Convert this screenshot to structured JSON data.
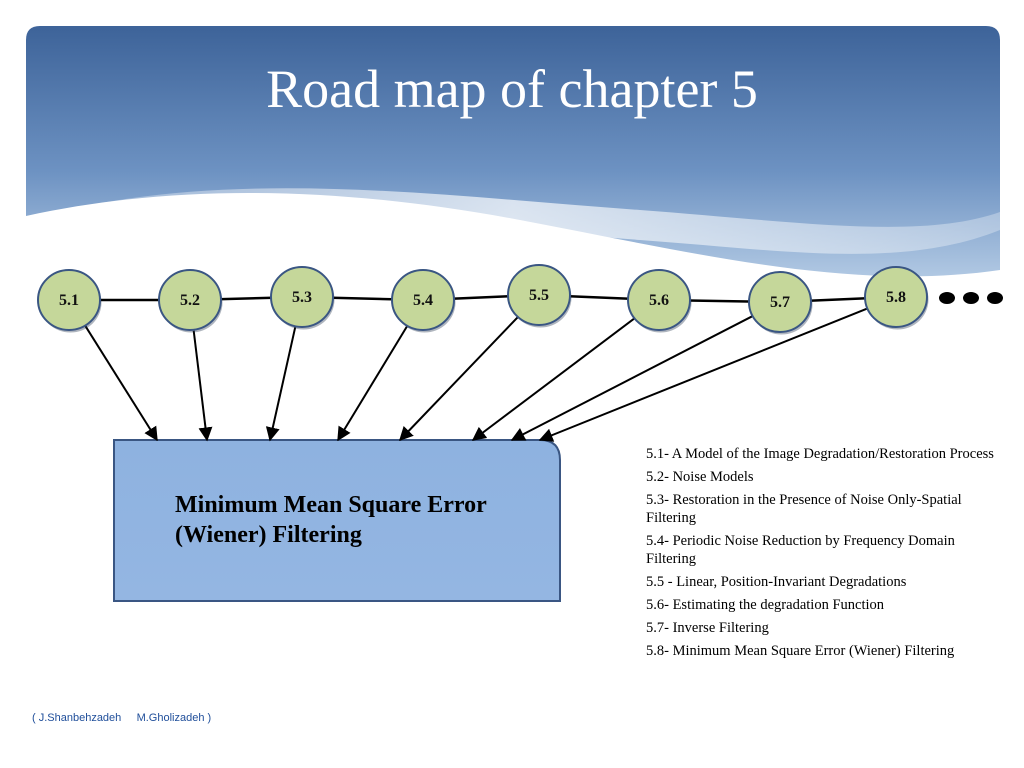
{
  "slide": {
    "title": "Road map of chapter 5",
    "colors": {
      "header_top": "#3d6399",
      "header_bottom": "#b9cfe7",
      "node_fill": "#c5d79a",
      "node_stroke": "#3a5683",
      "box_fill": "#8eb2e0",
      "box_stroke": "#3a5683",
      "footer_text": "#1f4e9a"
    }
  },
  "diagram": {
    "nodes": [
      {
        "label": "5.1"
      },
      {
        "label": "5.2"
      },
      {
        "label": "5.3"
      },
      {
        "label": "5.4"
      },
      {
        "label": "5.5"
      },
      {
        "label": "5.6"
      },
      {
        "label": "5.7"
      },
      {
        "label": "5.8"
      }
    ],
    "continuation": "ellipsis-dots",
    "target_label": "Minimum Mean Square Error (Wiener) Filtering"
  },
  "legend": [
    "5.1- A Model of the Image Degradation/Restoration Process",
    "5.2- Noise Models",
    "5.3- Restoration in the Presence of Noise Only-Spatial Filtering",
    "5.4- Periodic Noise Reduction by Frequency Domain Filtering",
    "5.5 - Linear, Position-Invariant Degradations",
    "5.6- Estimating the degradation Function",
    "5.7- Inverse Filtering",
    "5.8- Minimum Mean Square Error (Wiener) Filtering"
  ],
  "footer": {
    "author1": "( J.Shanbehzadeh",
    "author2": "M.Gholizadeh )"
  }
}
